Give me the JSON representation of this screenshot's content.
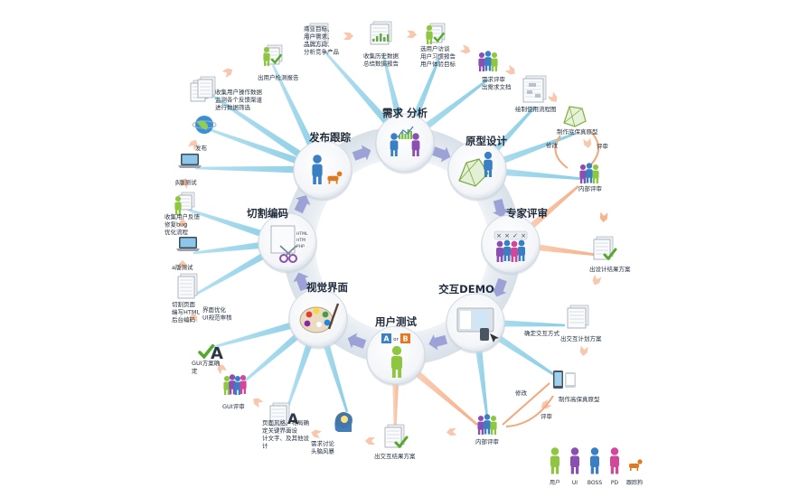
{
  "colors": {
    "ring": "#e2e8ef",
    "ring_inner": "#f7f9fb",
    "ray_blue": "#8fd0e6",
    "ray_orange": "#f6b48d",
    "step_arrow": "#f7c8ad",
    "flow_arrow": "#8f95d0",
    "user_green": "#8ec63f",
    "user_blue": "#3a7fc4",
    "user_purple": "#8a4fb0",
    "user_pink": "#d1489a",
    "dog": "#e07a22"
  },
  "stages": [
    {
      "id": "demand",
      "label": "需求 分析",
      "icon": "people-chart-icon"
    },
    {
      "id": "prototype",
      "label": "原型设计",
      "icon": "wireframe-person-icon"
    },
    {
      "id": "expert",
      "label": "专家评审",
      "icon": "review-team-icon"
    },
    {
      "id": "demo",
      "label": "交互DEMO",
      "icon": "demo-screen-icon"
    },
    {
      "id": "usertest",
      "label": "用户测试",
      "icon": "ab-test-icon"
    },
    {
      "id": "visual",
      "label": "视觉界面",
      "icon": "palette-icon"
    },
    {
      "id": "coding",
      "label": "切割编码",
      "icon": "html-scissors-icon"
    },
    {
      "id": "release",
      "label": "发布跟踪",
      "icon": "person-dog-icon"
    }
  ],
  "steps": [
    {
      "id": "s-biz",
      "text": "商业目标、用户需求、品牌方向、分析竞争产品",
      "icon": "document-icon"
    },
    {
      "id": "s-history",
      "text": "收集历史数据总结数据报告",
      "icon": "chart-document-icon"
    },
    {
      "id": "s-interview",
      "text": "选用户访谈用户习惯报告用户体验目标",
      "icon": "person-check-icon"
    },
    {
      "id": "s-reqreview",
      "text": "需求评审出需求文档",
      "icon": "user-group-icon"
    },
    {
      "id": "s-flow",
      "text": "绘制使用流程图",
      "icon": "flowchart-icon"
    },
    {
      "id": "s-lofi",
      "text": "制作底保真原型",
      "icon": "wireframe-icon"
    },
    {
      "id": "s-modify1",
      "text": "修改",
      "icon": ""
    },
    {
      "id": "s-review1",
      "text": "评审",
      "icon": ""
    },
    {
      "id": "s-internal1",
      "text": "内部评审",
      "icon": "user-group-icon"
    },
    {
      "id": "s-designplan",
      "text": "出设计结果方案",
      "icon": "document-check-icon"
    },
    {
      "id": "s-interplan",
      "text": "出交互计划方案",
      "icon": "document-icon"
    },
    {
      "id": "s-confirm",
      "text": "确定交互方式",
      "icon": ""
    },
    {
      "id": "s-hifi",
      "text": "制作高保真原型",
      "icon": "screens-icon"
    },
    {
      "id": "s-modify2",
      "text": "修改",
      "icon": ""
    },
    {
      "id": "s-review2",
      "text": "评审",
      "icon": ""
    },
    {
      "id": "s-internal2",
      "text": "内部评审",
      "icon": "user-group-icon"
    },
    {
      "id": "s-interresult",
      "text": "出交互结果方案",
      "icon": "document-check-icon"
    },
    {
      "id": "s-needs",
      "text": "需求讨论头脑风暴",
      "icon": "head-bulb-icon"
    },
    {
      "id": "s-style",
      "text": "页面风格、布局确定关键界面设计文字、及其他设计",
      "icon": "document-font-icon"
    },
    {
      "id": "s-guireview",
      "text": "GUI评审",
      "icon": "review-team-icon"
    },
    {
      "id": "s-guiconfirm",
      "text": "GUI方案确定",
      "icon": "font-check-icon"
    },
    {
      "id": "s-slicing",
      "text": "切割页面编写HTML后台编码",
      "icon": "code-document-icon"
    },
    {
      "id": "s-optimize",
      "text": "界面优化UI规范审核",
      "icon": ""
    },
    {
      "id": "s-alpha",
      "text": "a版测试",
      "icon": "laptop-icon"
    },
    {
      "id": "s-bugfix",
      "text": "收集用户反馈修复bug优化流程",
      "icon": "person-paper-icon"
    },
    {
      "id": "s-beta",
      "text": "β版测试",
      "icon": "laptop-icon"
    },
    {
      "id": "s-publish",
      "text": "发布",
      "icon": "globe-icon"
    },
    {
      "id": "s-collect",
      "text": "收集用户操作数据监测各个反馈渠道进行数据筛选",
      "icon": "documents-icon"
    },
    {
      "id": "s-monitor",
      "text": "出用户检测报告",
      "icon": "person-check-icon"
    }
  ],
  "icon_texts": {
    "ab_a": "A",
    "ab_or": "or",
    "ab_b": "B",
    "code_lines": [
      "HTML",
      "HTM",
      "PHP"
    ],
    "font_glyph": "A"
  },
  "legend": [
    {
      "label": "用户",
      "color": "#8ec63f"
    },
    {
      "label": "UI",
      "color": "#8a4fb0"
    },
    {
      "label": "BOSS",
      "color": "#3a7fc4"
    },
    {
      "label": "PD",
      "color": "#d1489a"
    },
    {
      "label": "跟踪狗",
      "color": "#e07a22"
    }
  ]
}
